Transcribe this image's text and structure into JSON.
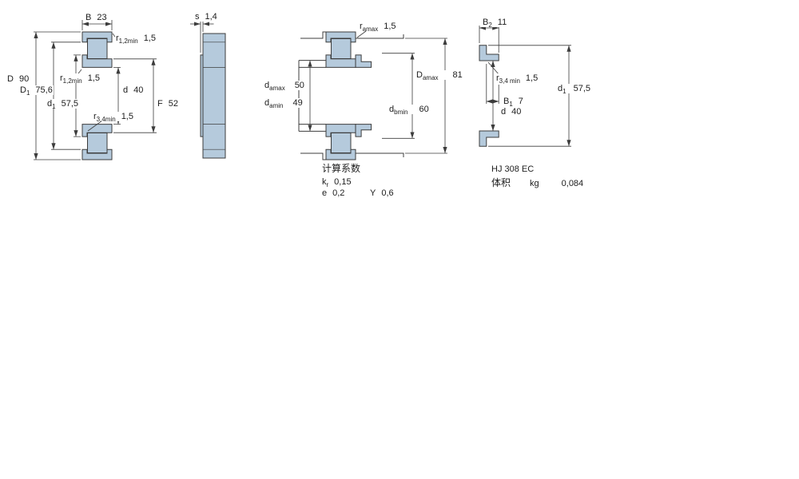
{
  "drawing": {
    "type": "bearing-dimension-drawing",
    "views": {
      "main_section": "cylindrical roller bearing cross-section",
      "side": "bearing side profile",
      "mounting": "abutment and fillet dimensions",
      "hj_ring": "HJ angle ring cross-section"
    }
  },
  "colors": {
    "bearing_fill": "#b5cadc",
    "outline": "#3c3c3c",
    "text": "#1c1c1c",
    "background": "#ffffff"
  },
  "view_main_section": {
    "dim_B": {
      "sym": "B",
      "val": "23"
    },
    "dim_r12_top": {
      "sym": "r",
      "sub": "1,2min",
      "val": "1,5"
    },
    "dim_D": {
      "sym": "D",
      "val": "90"
    },
    "dim_r12_mid": {
      "sym": "r",
      "sub": "1,2min",
      "val": "1,5"
    },
    "dim_D1": {
      "sym": "D",
      "sub": "1",
      "val": "75,6"
    },
    "dim_d": {
      "sym": "d",
      "val": "40"
    },
    "dim_d1": {
      "sym": "d",
      "sub": "1",
      "val": "57,5"
    },
    "dim_F": {
      "sym": "F",
      "val": "52"
    },
    "dim_r34": {
      "sym": "r",
      "sub": "3,4min",
      "val": "1,5"
    }
  },
  "view_side": {
    "dim_s": {
      "sym": "s",
      "val": "1,4"
    }
  },
  "view_mounting": {
    "dim_ra": {
      "sym": "r",
      "sub": "amax",
      "val": "1,5"
    },
    "dim_damax": {
      "sym": "d",
      "sub": "amax",
      "val": "50"
    },
    "dim_damin": {
      "sym": "d",
      "sub": "amin",
      "val": "49"
    },
    "dim_Damax": {
      "sym": "D",
      "sub": "amax",
      "val": "81"
    },
    "dim_dbmin": {
      "sym": "d",
      "sub": "bmin",
      "val": "60"
    }
  },
  "calc_factors": {
    "title": "计算系数",
    "kr": {
      "sym": "k",
      "sub": "r",
      "val": "0,15"
    },
    "e": {
      "sym": "e",
      "val": "0,2"
    },
    "Y": {
      "sym": "Y",
      "val": "0,6"
    }
  },
  "view_hj_ring": {
    "dim_B2": {
      "sym": "B",
      "sub": "2",
      "val": "11"
    },
    "dim_r34": {
      "sym": "r",
      "sub": "3,4 min",
      "val": "1,5"
    },
    "dim_d1": {
      "sym": "d",
      "sub": "1",
      "val": "57,5"
    },
    "dim_B1": {
      "sym": "B",
      "sub": "1",
      "val": "7"
    },
    "dim_d": {
      "sym": "d",
      "val": "40"
    }
  },
  "hj_info": {
    "designation": "HJ 308 EC",
    "mass_label": "体积",
    "mass_unit": "kg",
    "mass_value": "0,084"
  }
}
